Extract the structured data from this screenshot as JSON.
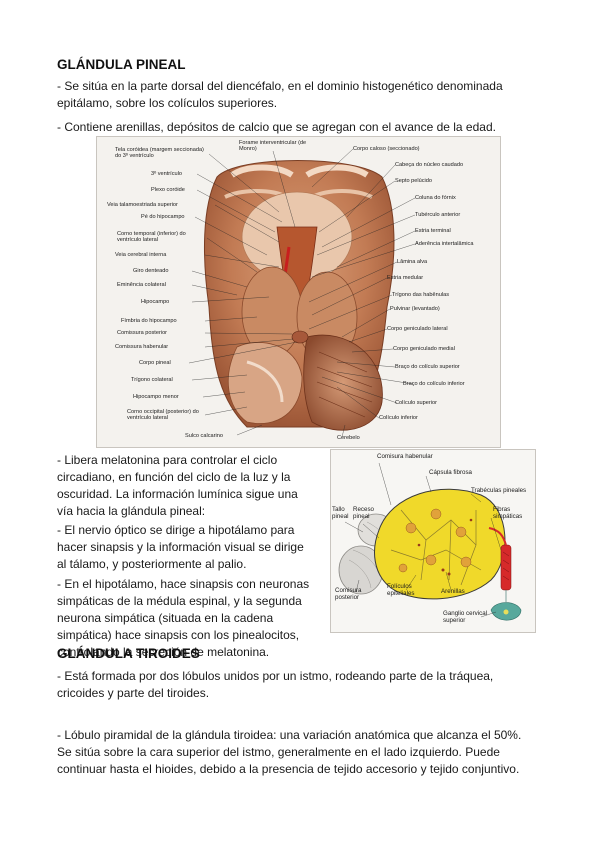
{
  "pineal": {
    "title": "GLÁNDULA PINEAL",
    "p1": "- Se sitúa en la parte dorsal del diencéfalo, en el dominio histogenético denominada epitálamo, sobre los colículos superiores.",
    "p2": "- Contiene arenillas, depósitos de calcio que se agregan con el avance de la edad.",
    "p3": "- Libera melatonina para controlar el ciclo circadiano, en función del ciclo de la luz y la oscuridad. La información lumínica sigue una vía hacia la glándula pineal:",
    "p4": "- El nervio óptico se dirige a hipotálamo para hacer sinapsis y la información visual se dirige al tálamo, y posteriormente al palio.",
    "p5": "- En el hipotálamo, hace sinapsis con neuronas simpáticas de la médula espinal, y la segunda neurona simpática (situada en la cadena simpática) hace sinapsis con los pinealocitos, controlando la secreción de melatonina."
  },
  "tiroides": {
    "title": "GLÁNDULA TIROIDES",
    "p1": "- Está formada por dos lóbulos unidos por un istmo, rodeando parte de la tráquea, cricoides y parte del tiroides.",
    "p2": "- Lóbulo piramidal de la glándula tiroidea: una variación anatómica que alcanza el 50%. Se sitúa sobre la cara superior del istmo, generalmente en el lado izquierdo. Puede continuar hasta el hioides, debido a la presencia de tejido accesorio y tejido conjuntivo."
  },
  "brain_figure": {
    "labels_left": [
      "Tela coróidea (margem seccionada) do 3º ventrículo",
      "3º ventrículo",
      "Plexo coróide",
      "Veia talamoestriada superior",
      "Pé do hipocampo",
      "Corno temporal (inferior) do ventrículo lateral",
      "Veia cerebral interna",
      "Giro denteado",
      "Eminência colateral",
      "Hipocampo",
      "Fímbria do hipocampo",
      "Comissura posterior",
      "Comissura habenular",
      "Corpo pineal",
      "Trígono colateral",
      "Hipocampo menor",
      "Corno occipital (posterior) do ventrículo lateral",
      "Sulco calcarino"
    ],
    "labels_top": [
      "Forame interventricular (de Monro)",
      "Corpo caloso (seccionado)"
    ],
    "labels_right": [
      "Cabeça do núcleo caudado",
      "Septo pelúcido",
      "Coluna do fórnix",
      "Tubérculo anterior",
      "Estria terminal",
      "Aderência intertalâmica",
      "Lâmina alva",
      "Estria medular",
      "Trígono das habênulas",
      "Pulvinar (levantado)",
      "Corpo geniculado lateral",
      "Corpo geniculado medial",
      "Braço do colículo superior",
      "Braço do colículo inferior",
      "Colículo superior",
      "Colículo inferior"
    ],
    "labels_bottom": [
      "Cerebelo"
    ]
  },
  "pineal_figure": {
    "labels": [
      "Comisura habenular",
      "Cápsula fibrosa",
      "Trabéculas pineales",
      "Tallo pineal",
      "Receso pineal",
      "Fibras simpáticas",
      "Comisura posterior",
      "Folículos epiteliales",
      "Arenillas",
      "Ganglio cervical superior"
    ]
  }
}
